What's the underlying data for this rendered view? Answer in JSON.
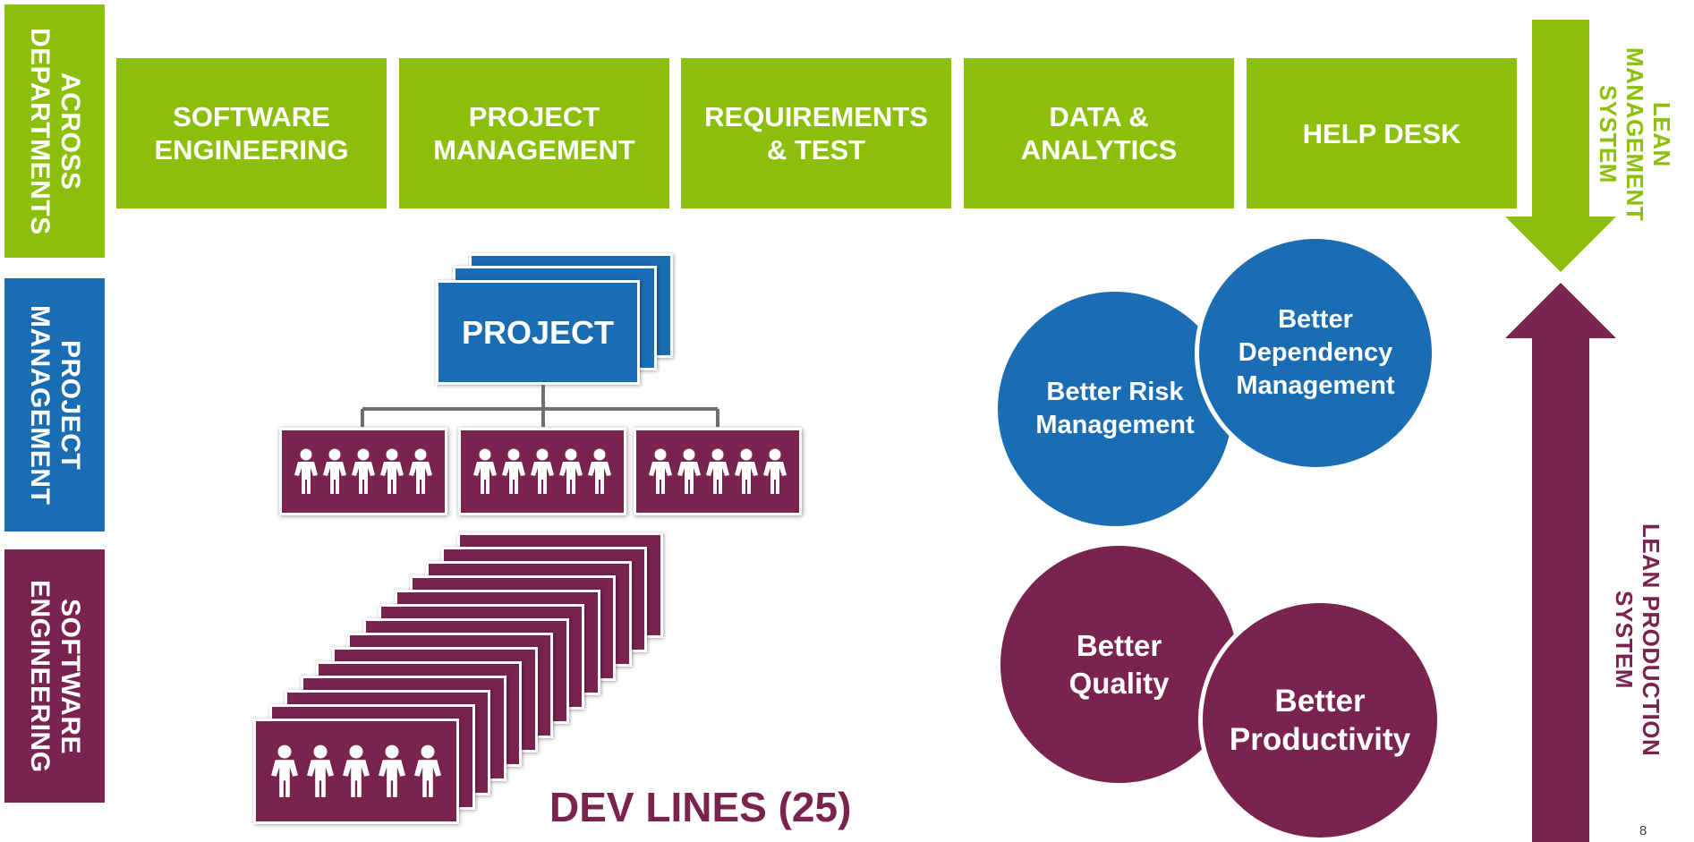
{
  "side_labels": {
    "across": "ACROSS\nDEPARTMENTS",
    "project": "PROJECT\nMANAGEMENT",
    "software": "SOFTWARE\nENGINEERING"
  },
  "departments": [
    "SOFTWARE\nENGINEERING",
    "PROJECT\nMANAGEMENT",
    "REQUIREMENTS\n& TEST",
    "DATA &\nANALYTICS",
    "HELP DESK"
  ],
  "project_label": "PROJECT",
  "dev_lines_label": "DEV LINES (25)",
  "circles": {
    "risk": "Better Risk\nManagement",
    "dependency": "Better\nDependency\nManagement",
    "quality": "Better\nQuality",
    "productivity": "Better\nProductivity"
  },
  "arrows": {
    "lean_management": "LEAN\nMANAGEMENT\nSYSTEM",
    "lean_production": "LEAN PRODUCTION\nSYSTEM"
  },
  "page_number": "8",
  "colors": {
    "green": "#8cbf0a",
    "blue": "#1b6db3",
    "maroon": "#7a234f"
  },
  "icons": {
    "people": "people-group-icon"
  }
}
